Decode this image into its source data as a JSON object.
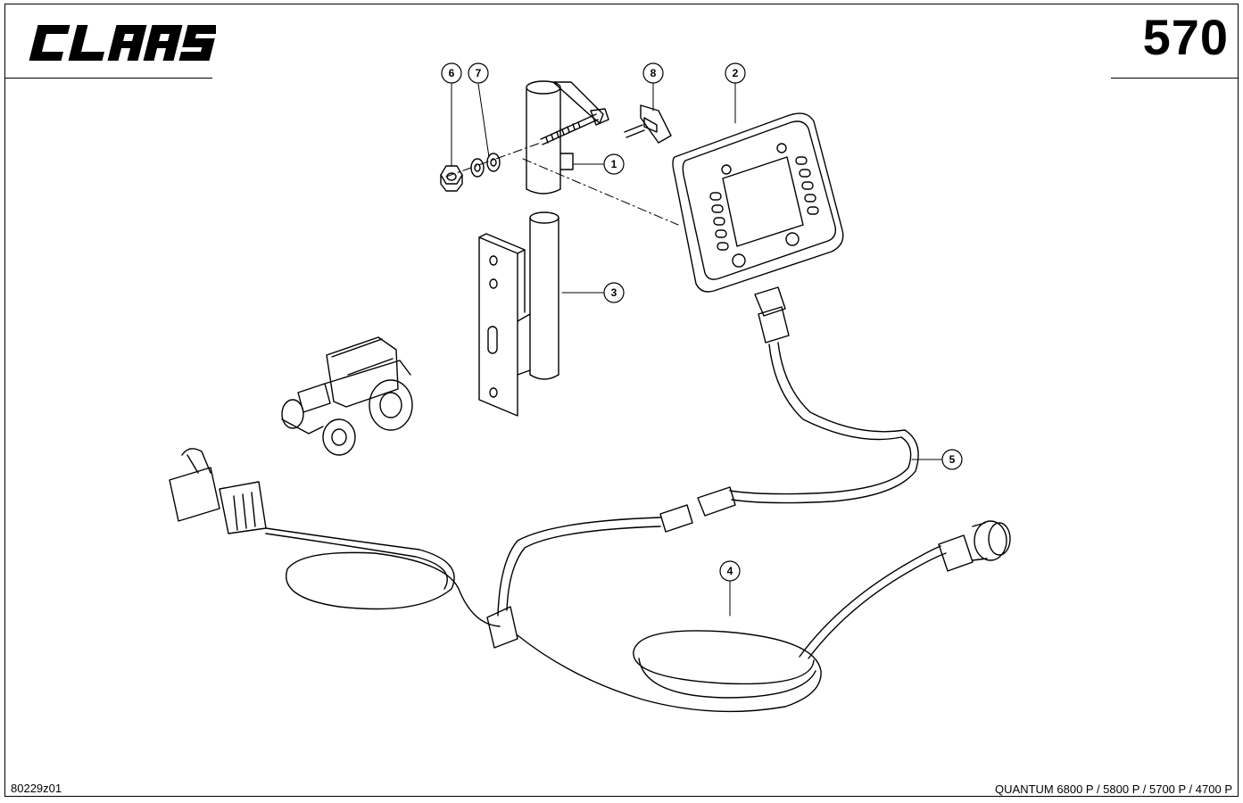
{
  "header": {
    "brand": "CLAAS",
    "page_number": "570"
  },
  "footer": {
    "drawing_id": "80229z01",
    "models": "QUANTUM 6800 P / 5800 P / 5700 P / 4700 P"
  },
  "callouts": {
    "c1": "1",
    "c2": "2",
    "c3": "3",
    "c4": "4",
    "c5": "5",
    "c6": "6",
    "c7": "7",
    "c8": "8"
  },
  "colors": {
    "ink": "#000000",
    "paper": "#ffffff"
  }
}
